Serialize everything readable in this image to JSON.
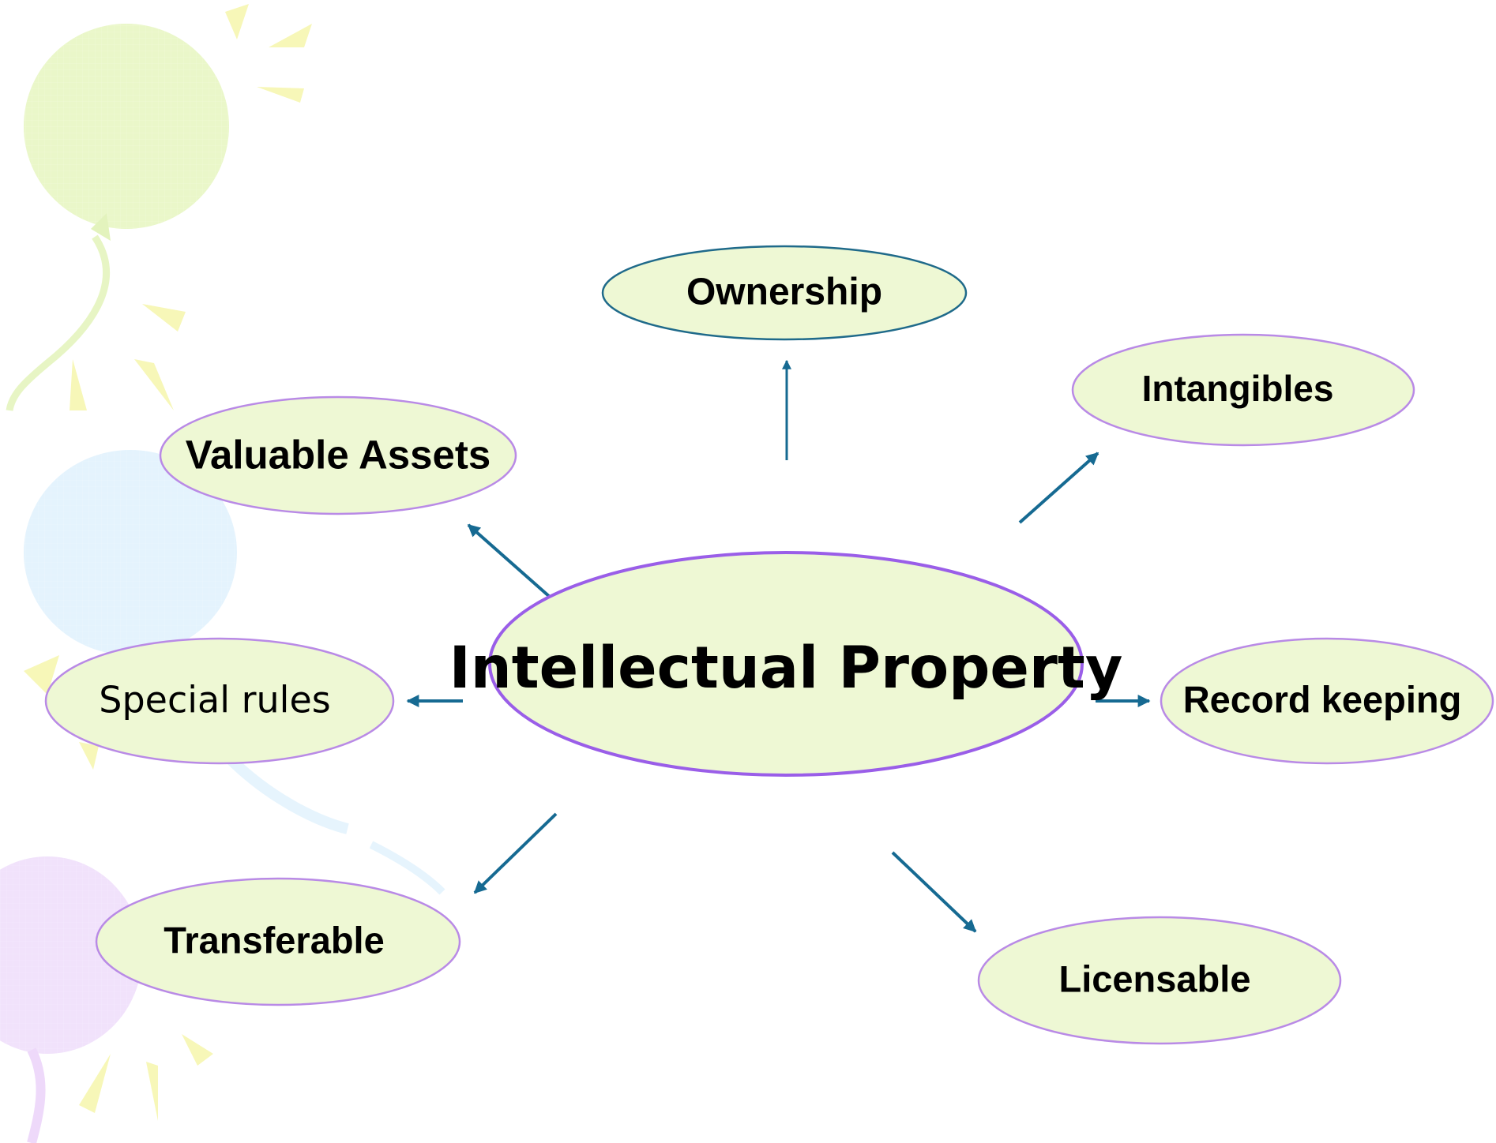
{
  "diagram": {
    "center": {
      "label": "Intellectual Property"
    },
    "nodes": [
      {
        "id": "ownership",
        "label": "Ownership"
      },
      {
        "id": "intangibles",
        "label": "Intangibles"
      },
      {
        "id": "valuable-assets",
        "label": "Valuable Assets"
      },
      {
        "id": "special-rules",
        "label": "Special rules"
      },
      {
        "id": "record-keeping",
        "label": "Record keeping"
      },
      {
        "id": "transferable",
        "label": "Transferable"
      },
      {
        "id": "licensable",
        "label": "Licensable"
      }
    ]
  },
  "colors": {
    "node_fill": "#eef8d4",
    "node_border_purple": "#b98ae6",
    "node_border_teal": "#1f6a8a",
    "center_border": "#9a5ee8",
    "arrow": "#166a92",
    "balloon_green": "#eaf7c9",
    "balloon_blue": "#e4f3fd",
    "balloon_purple": "#f1e2fb",
    "sun_ray": "#f7f7b8"
  }
}
